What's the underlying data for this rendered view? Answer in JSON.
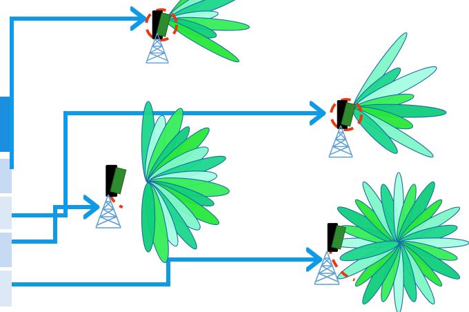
{
  "colors": {
    "arrow": "#0e9ae6",
    "side_bar_dark": "#1a8fe0",
    "side_bar_light": "#c6dbf3",
    "lobe_palette": [
      "#27e83a",
      "#7ff7c8",
      "#1ad68a",
      "#a3fde0",
      "#35ee58",
      "#0fcf7a"
    ],
    "lobe_outline": "#1b6aa5",
    "antenna_body": "#000000",
    "antenna_panel": "#2e8b2e",
    "tower": "#5f9ed6",
    "dashed_ring": "#e83a12"
  },
  "icons": {
    "base_station": "tower-icon",
    "antenna": "antenna-panel-icon",
    "beam": "beam-lobe",
    "flow": "arrow"
  },
  "stations": [
    {
      "id": "top-center",
      "beam_count": 7,
      "beam_spread_deg": 75,
      "ring": "full"
    },
    {
      "id": "middle-right",
      "beam_count": 8,
      "beam_spread_deg": 100,
      "ring": "full"
    },
    {
      "id": "middle-left",
      "beam_count": 16,
      "beam_spread_deg": 180,
      "ring": "partial"
    },
    {
      "id": "bottom-right",
      "beam_count": 24,
      "beam_spread_deg": 360,
      "ring": "partial"
    }
  ]
}
